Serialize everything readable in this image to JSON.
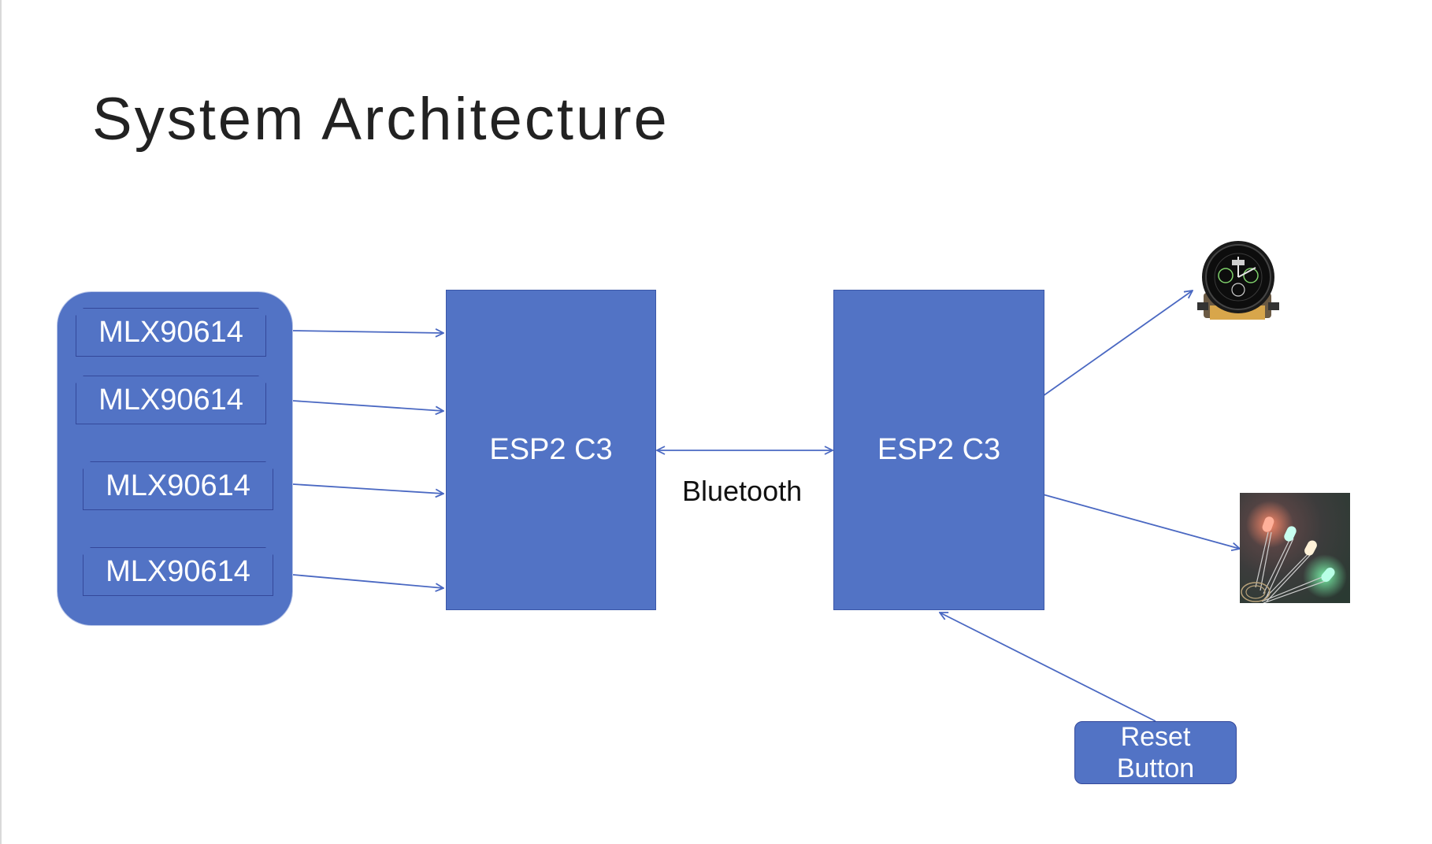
{
  "title": "System Architecture",
  "sensors": [
    "MLX90614",
    "MLX90614",
    "MLX90614",
    "MLX90614"
  ],
  "esp_left": "ESP2 C3",
  "esp_right": "ESP2 C3",
  "link_label": "Bluetooth",
  "reset_button": {
    "line1": "Reset",
    "line2": "Button"
  },
  "colors": {
    "block_fill": "#5273c5",
    "block_border": "#3b57a8",
    "arrow": "#4a68c2",
    "title_text": "#222222"
  },
  "icons": {
    "display": "round-smartwatch-display-icon",
    "leds": "rgb-led-photo-icon"
  }
}
